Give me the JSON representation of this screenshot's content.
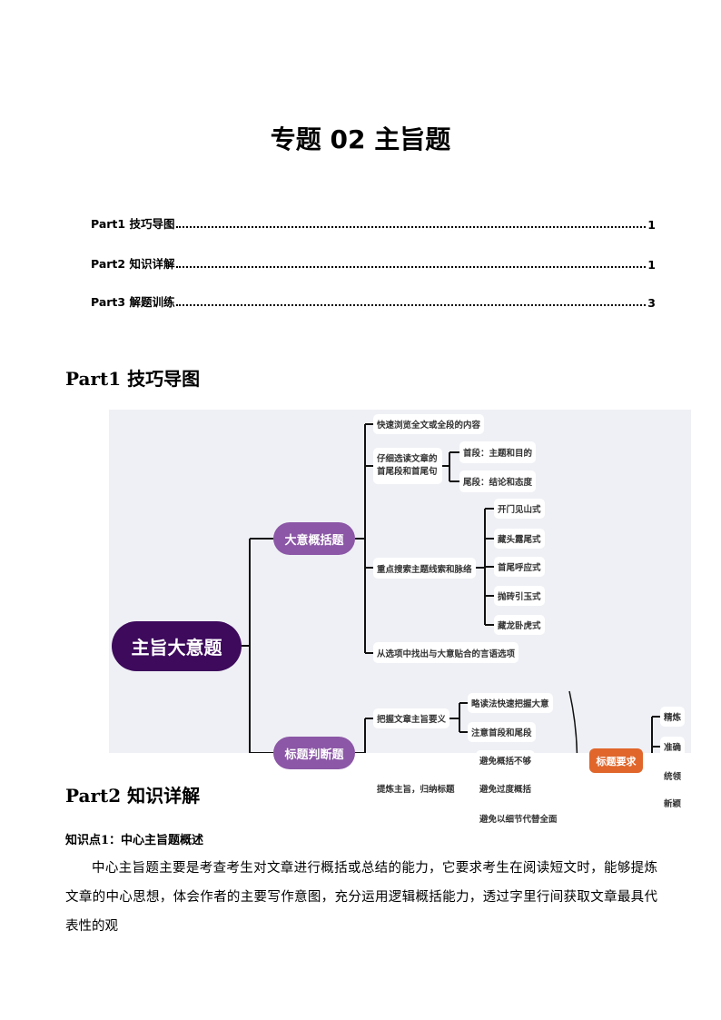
{
  "title": "专题 02  主旨题",
  "toc": [
    {
      "label": "Part1  技巧导图",
      "page": "1"
    },
    {
      "label": "Part2  知识详解",
      "page": "1"
    },
    {
      "label": "Part3  解题训练",
      "page": "3"
    }
  ],
  "part1": {
    "heading": "Part1  技巧导图"
  },
  "mindmap": {
    "root": "主旨大意题",
    "branch1": {
      "label": "大意概括题",
      "items": [
        "快速浏览全文或全段的内容",
        "仔细选读文章的首尾段和首尾句",
        "重点搜索主题线索和脉络",
        "从选项中找出与大意贴合的言语选项"
      ],
      "sub_read": [
        "首段：主题和目的",
        "尾段：结论和态度"
      ],
      "sub_search": [
        "开门见山式",
        "藏头露尾式",
        "首尾呼应式",
        "抛砖引玉式",
        "藏龙卧虎式"
      ]
    },
    "branch2": {
      "label": "标题判断题",
      "items": [
        "把握文章主旨要义",
        "提炼主旨，归纳标题"
      ],
      "sub_grasp": [
        "略读法快速把握大意",
        "注意首段和尾段"
      ],
      "sub_refine": [
        "避免概括不够",
        "避免过度概括",
        "避免以细节代替全面"
      ]
    },
    "requirements": {
      "label": "标题要求",
      "items": [
        "精炼",
        "准确",
        "统领",
        "新颖"
      ]
    },
    "colors": {
      "root": "#3d0a5c",
      "branch": "#8b57a6",
      "requirement": "#e0662b",
      "background": "#eff0f5"
    }
  },
  "part2": {
    "heading": "Part2  知识详解",
    "point_title": "知识点1：中心主旨题概述",
    "paragraph": "中心主旨题主要是考查考生对文章进行概括或总结的能力，它要求考生在阅读短文时，能够提炼文章的中心思想，体会作者的主要写作意图，充分运用逻辑概括能力，透过字里行间获取文章最具代表性的观"
  }
}
